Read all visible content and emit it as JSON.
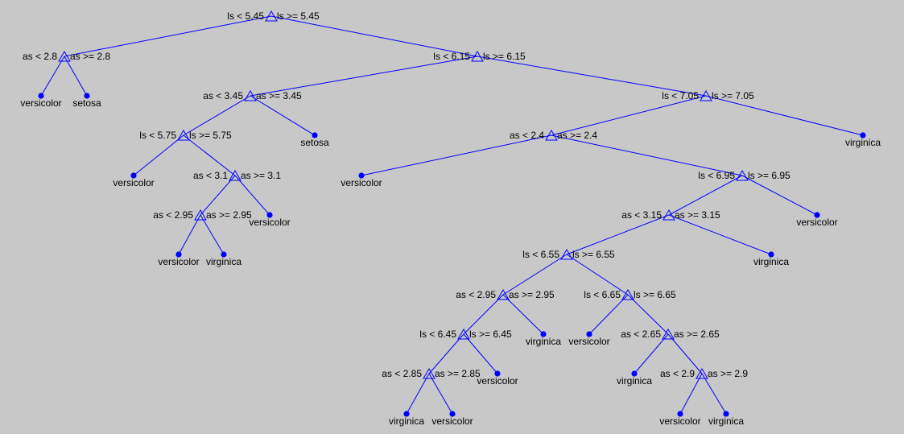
{
  "colors": {
    "background": "#c8c8c8",
    "edge": "#0000ff",
    "node_marker": "#0000ff",
    "text": "#000000"
  },
  "tree": {
    "split_marker": "triangle-icon",
    "leaf_marker": "dot-icon",
    "splits": [
      {
        "id": "n1",
        "left": "ls < 5.45",
        "right": "ls >= 5.45"
      },
      {
        "id": "n2",
        "left": "as < 2.8",
        "right": "as >= 2.8"
      },
      {
        "id": "n3",
        "left": "ls < 6.15",
        "right": "ls >= 6.15"
      },
      {
        "id": "n4",
        "left": "as < 3.45",
        "right": "as >= 3.45"
      },
      {
        "id": "n5",
        "left": "ls < 7.05",
        "right": "ls >= 7.05"
      },
      {
        "id": "n6",
        "left": "ls < 5.75",
        "right": "ls >= 5.75"
      },
      {
        "id": "n7",
        "left": "as < 2.4",
        "right": "as >= 2.4"
      },
      {
        "id": "n8",
        "left": "as < 3.1",
        "right": "as >= 3.1"
      },
      {
        "id": "n9",
        "left": "ls < 6.95",
        "right": "ls >= 6.95"
      },
      {
        "id": "n10",
        "left": "as < 2.95",
        "right": "as >= 2.95"
      },
      {
        "id": "n11",
        "left": "as < 3.15",
        "right": "as >= 3.15"
      },
      {
        "id": "n12",
        "left": "ls < 6.55",
        "right": "ls >= 6.55"
      },
      {
        "id": "n13",
        "left": "as < 2.95",
        "right": "as >= 2.95"
      },
      {
        "id": "n14",
        "left": "ls < 6.65",
        "right": "ls >= 6.65"
      },
      {
        "id": "n15",
        "left": "ls < 6.45",
        "right": "ls >= 6.45"
      },
      {
        "id": "n16",
        "left": "as < 2.65",
        "right": "as >= 2.65"
      },
      {
        "id": "n17",
        "left": "as < 2.85",
        "right": "as >= 2.85"
      },
      {
        "id": "n18",
        "left": "as < 2.9",
        "right": "as >= 2.9"
      }
    ],
    "leaves": [
      {
        "id": "l1",
        "label": "versicolor"
      },
      {
        "id": "l2",
        "label": "setosa"
      },
      {
        "id": "l3",
        "label": "setosa"
      },
      {
        "id": "l4",
        "label": "virginica"
      },
      {
        "id": "l5",
        "label": "versicolor"
      },
      {
        "id": "l6",
        "label": "versicolor"
      },
      {
        "id": "l7",
        "label": "versicolor"
      },
      {
        "id": "l8",
        "label": "versicolor"
      },
      {
        "id": "l9",
        "label": "versicolor"
      },
      {
        "id": "l10",
        "label": "virginica"
      },
      {
        "id": "l11",
        "label": "virginica"
      },
      {
        "id": "l12",
        "label": "virginica"
      },
      {
        "id": "l13",
        "label": "versicolor"
      },
      {
        "id": "l14",
        "label": "versicolor"
      },
      {
        "id": "l15",
        "label": "virginica"
      },
      {
        "id": "l16",
        "label": "virginica"
      },
      {
        "id": "l17",
        "label": "versicolor"
      },
      {
        "id": "l18",
        "label": "versicolor"
      },
      {
        "id": "l19",
        "label": "virginica"
      }
    ],
    "edges": [
      [
        "n1",
        "n2"
      ],
      [
        "n1",
        "n3"
      ],
      [
        "n2",
        "l1"
      ],
      [
        "n2",
        "l2"
      ],
      [
        "n3",
        "n4"
      ],
      [
        "n3",
        "n5"
      ],
      [
        "n4",
        "n6"
      ],
      [
        "n4",
        "l3"
      ],
      [
        "n5",
        "n7"
      ],
      [
        "n5",
        "l4"
      ],
      [
        "n6",
        "l5"
      ],
      [
        "n6",
        "n8"
      ],
      [
        "n7",
        "l6"
      ],
      [
        "n7",
        "n9"
      ],
      [
        "n8",
        "n10"
      ],
      [
        "n8",
        "l7"
      ],
      [
        "n9",
        "n11"
      ],
      [
        "n9",
        "l8"
      ],
      [
        "n10",
        "l9"
      ],
      [
        "n10",
        "l10"
      ],
      [
        "n11",
        "n12"
      ],
      [
        "n11",
        "l11"
      ],
      [
        "n12",
        "n13"
      ],
      [
        "n12",
        "n14"
      ],
      [
        "n13",
        "n15"
      ],
      [
        "n13",
        "l12"
      ],
      [
        "n14",
        "l13"
      ],
      [
        "n14",
        "n16"
      ],
      [
        "n15",
        "n17"
      ],
      [
        "n15",
        "l14"
      ],
      [
        "n16",
        "l15"
      ],
      [
        "n16",
        "n18"
      ],
      [
        "n17",
        "l16"
      ],
      [
        "n17",
        "l17"
      ],
      [
        "n18",
        "l18"
      ],
      [
        "n18",
        "l19"
      ]
    ]
  }
}
